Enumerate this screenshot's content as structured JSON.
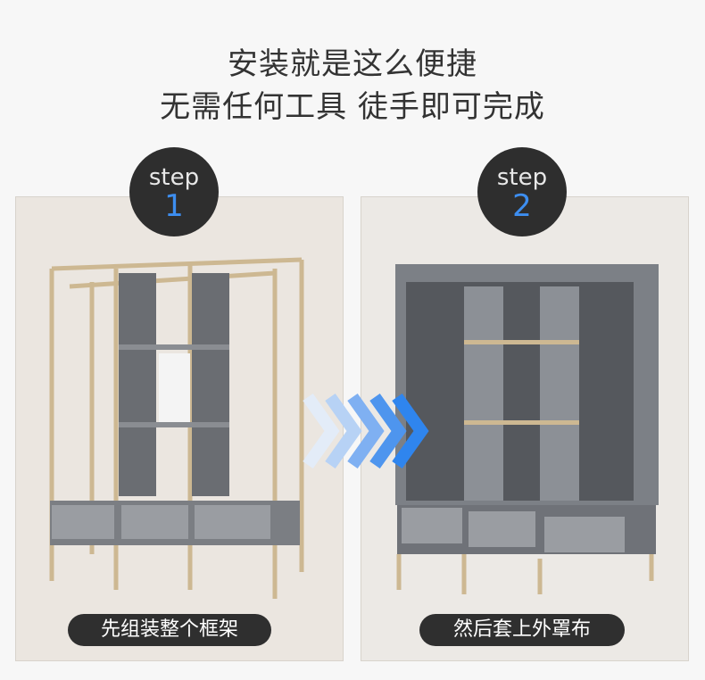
{
  "headline": {
    "line1": "安装就是这么便捷",
    "line2": "无需任何工具  徒手即可完成"
  },
  "steps": [
    {
      "word": "step",
      "number": "1",
      "caption": "先组装整个框架"
    },
    {
      "word": "step",
      "number": "2",
      "caption": "然后套上外罩布"
    }
  ],
  "colors": {
    "accent": "#3d8ef0",
    "badge": "#2e2e2e"
  }
}
